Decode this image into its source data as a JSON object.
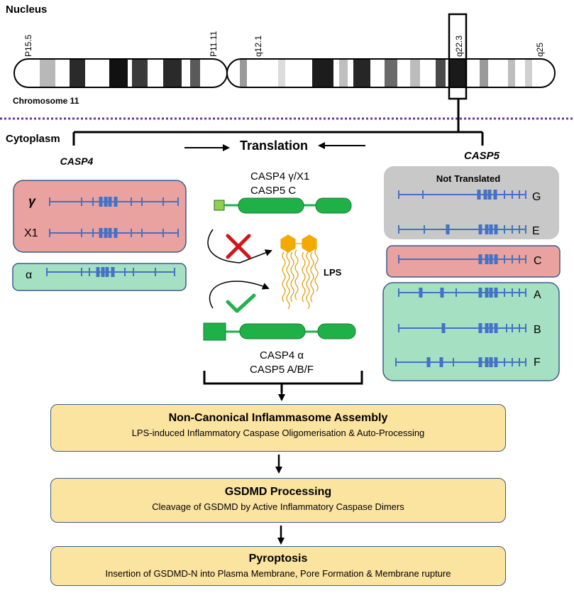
{
  "labels": {
    "nucleus": "Nucleus",
    "cytoplasm": "Cytoplasm",
    "chromosome": "Chromosome 11",
    "translation": "Translation",
    "casp4": "CASP4",
    "casp5": "CASP5",
    "not_translated": "Not Translated",
    "lps": "LPS",
    "top_isoforms_line1": "CASP4 γ/X1",
    "top_isoforms_line2": "CASP5 C",
    "bottom_isoforms_line1": "CASP4 α",
    "bottom_isoforms_line2": "CASP5 A/B/F"
  },
  "bands": [
    "P15.5",
    "P11.11",
    "q12.1",
    "q22.3",
    "q25"
  ],
  "casp4_transcripts": [
    {
      "label": "γ",
      "group": "not-binding"
    },
    {
      "label": "X1",
      "group": "not-binding"
    },
    {
      "label": "α",
      "group": "binding"
    }
  ],
  "casp5_transcripts": [
    {
      "label": "G",
      "group": "not-translated"
    },
    {
      "label": "E",
      "group": "not-translated"
    },
    {
      "label": "C",
      "group": "not-binding"
    },
    {
      "label": "A",
      "group": "binding"
    },
    {
      "label": "B",
      "group": "binding"
    },
    {
      "label": "F",
      "group": "binding"
    }
  ],
  "steps": [
    {
      "title": "Non-Canonical Inflammasome Assembly",
      "subtitle": "LPS-induced Inflammatory Caspase Oligomerisation & Auto-Processing"
    },
    {
      "title": "GSDMD Processing",
      "subtitle": "Cleavage of GSDMD by Active Inflammatory Caspase Dimers"
    },
    {
      "title": "Pyroptosis",
      "subtitle": "Insertion of GSDMD-N into Plasma Membrane, Pore Formation & Membrane rupture"
    }
  ],
  "colors": {
    "red_box": "#e9a2a0",
    "green_box": "#a6e0c2",
    "grey_box": "#c8c8c8",
    "step_box": "#fbe3a0",
    "transcript": "#4472c4",
    "protein": "#1fb148",
    "lps": "#f2a900",
    "cross": "#d0161b",
    "check": "#21b24b",
    "divider": "#7030a0"
  },
  "icons": [
    "cross-icon",
    "check-icon",
    "lps-molecule-icon"
  ]
}
